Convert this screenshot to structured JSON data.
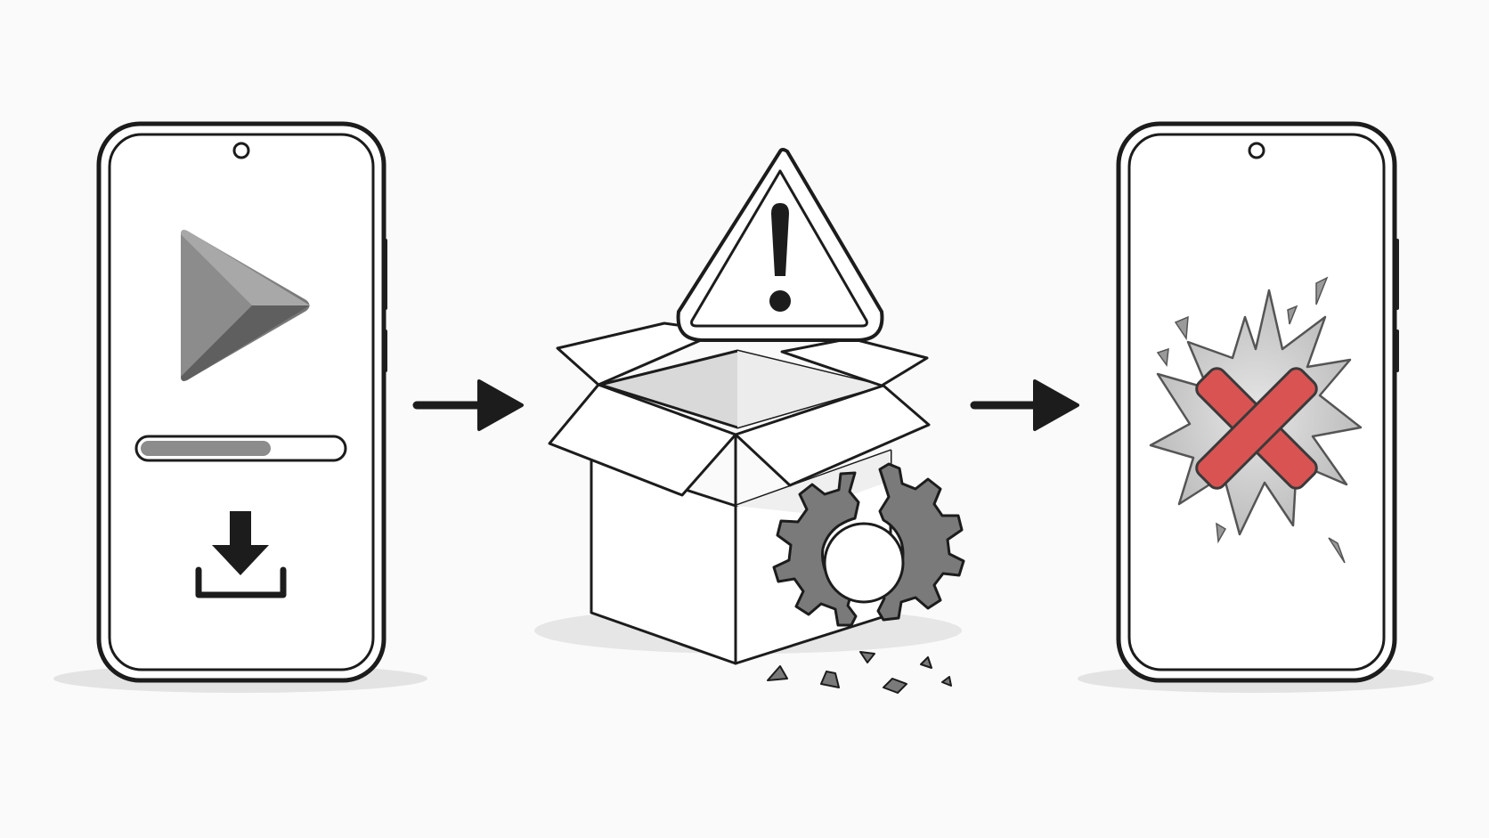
{
  "diagram": {
    "steps": [
      {
        "id": "download",
        "icons": [
          "play-store-icon",
          "progress-bar",
          "download-icon"
        ],
        "progress": 0.65
      },
      {
        "id": "corrupted-package",
        "icons": [
          "warning-icon",
          "open-box-icon",
          "broken-gear-icon"
        ]
      },
      {
        "id": "install-failed",
        "icons": [
          "error-x-icon",
          "burst-icon"
        ]
      }
    ],
    "connectors": [
      "arrow-right",
      "arrow-right"
    ],
    "colors": {
      "background": "#fafafa",
      "outline": "#1c1c1c",
      "gray_dark": "#6f6f6f",
      "gray_mid": "#8c8c8c",
      "gray_light": "#c9c9c9",
      "error_red": "#d95353"
    }
  }
}
